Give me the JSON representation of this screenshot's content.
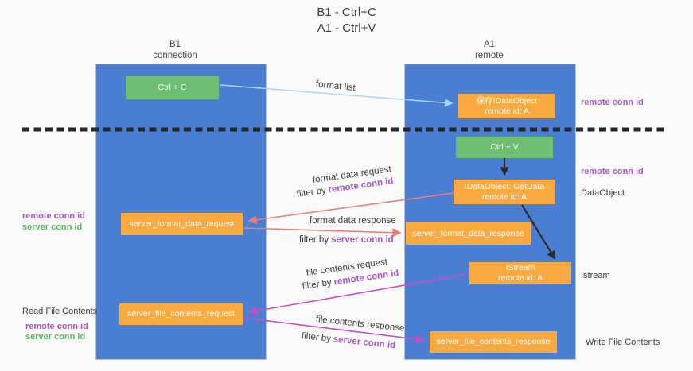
{
  "title": {
    "line1": "B1 - Ctrl+C",
    "line2": "A1 - Ctrl+V"
  },
  "lifelines": {
    "left": {
      "title": "B1",
      "subtitle": "connection"
    },
    "right": {
      "title": "A1",
      "subtitle": "remote"
    }
  },
  "nodes": {
    "ctrl_c": {
      "label": "Ctrl + C"
    },
    "ctrl_v": {
      "label": "Ctrl + V"
    },
    "save_dataobject": {
      "line1": "保存IDataObject",
      "line2": "remote id: A"
    },
    "getdata": {
      "line1": "IDataObject::GetData",
      "line2": "remote id: A"
    },
    "istream": {
      "line1": "IStream",
      "line2": "remote id: A"
    },
    "format_request": {
      "label": "server_format_data_request"
    },
    "format_response": {
      "label": "server_format_data_response"
    },
    "file_request": {
      "label": "server_file_contents_request"
    },
    "file_response": {
      "label": "server_file_contents_response"
    }
  },
  "edges": {
    "format_list": {
      "label": "format list"
    },
    "format_data_request": {
      "label": "format data request",
      "filter_prefix": "filter by",
      "filter_key": "remote conn id"
    },
    "format_data_response": {
      "label": "format data response",
      "filter_prefix": "filter by",
      "filter_key": "server conn id"
    },
    "file_contents_request": {
      "label": "file contents request",
      "filter_prefix": "filter by",
      "filter_key": "remote conn id"
    },
    "file_contents_response": {
      "label": "file contents response",
      "filter_prefix": "filter by",
      "filter_key": "server conn id"
    }
  },
  "annotations": {
    "right": {
      "remote_conn_id_top": "remote conn id",
      "remote_conn_id_mid": "remote conn id",
      "dataobject": "DataObject",
      "istream": "Istream",
      "write_file_contents": "Write File Contents"
    },
    "left": {
      "remote_conn_id_top": "remote conn id",
      "server_conn_id_top": "server conn id",
      "read_file_contents": "Read File Contents",
      "remote_conn_id_bottom": "remote conn id",
      "server_conn_id_bottom": "server conn id"
    }
  },
  "colors": {
    "lifeline_blue": "#4a7ed3",
    "node_orange": "#f8a93f",
    "node_green": "#6ebf72",
    "remote_conn_purple": "#a855c8",
    "server_conn_green": "#56b65e",
    "request_arrow_salmon": "#e87e77",
    "file_arrow_magenta": "#cb4bc3",
    "format_list_blue": "#abd5f2",
    "black_arrow": "#2b2b2b"
  }
}
